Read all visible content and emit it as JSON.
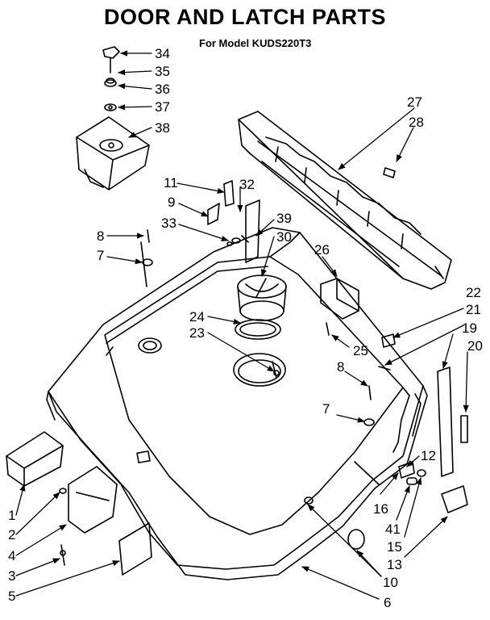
{
  "title": "DOOR AND LATCH PARTS",
  "subtitle": "For Model KUDS220T3",
  "callouts": [
    "34",
    "35",
    "36",
    "37",
    "38",
    "11",
    "9",
    "32",
    "33",
    "39",
    "30",
    "8",
    "7",
    "27",
    "28",
    "26",
    "22",
    "21",
    "24",
    "23",
    "25",
    "19",
    "20",
    "8",
    "7",
    "12",
    "16",
    "41",
    "15",
    "13",
    "10",
    "6",
    "1",
    "2",
    "4",
    "3",
    "5"
  ],
  "colors": {
    "ink": "#000000",
    "paper": "#ffffff"
  }
}
